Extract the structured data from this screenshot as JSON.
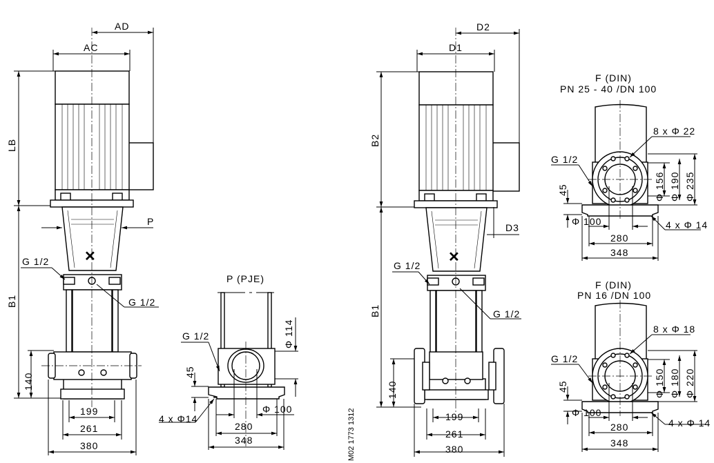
{
  "drawing_id": "M02 1773 1312",
  "pump_left": {
    "dims": {
      "AD": "AD",
      "AC": "AC",
      "LB": "LB",
      "B1": "B1",
      "P": "P",
      "h140": "140",
      "w199": "199",
      "w261": "261",
      "w380": "380"
    },
    "g_top": "G 1/2",
    "g_bottom": "G 1/2"
  },
  "pje_view": {
    "title": "P (PJE)",
    "g": "G 1/2",
    "h45": "45",
    "d114": "Φ 114",
    "d100": "Φ 100",
    "holes": "4 x Φ14",
    "w280": "280",
    "w348": "348"
  },
  "pump_right": {
    "dims": {
      "D2": "D2",
      "D1": "D1",
      "B2": "B2",
      "B1": "B1",
      "D3": "D3",
      "h140": "140",
      "w199": "199",
      "w261": "261",
      "w380": "380"
    },
    "g_top": "G 1/2",
    "g_bottom": "G 1/2"
  },
  "flange_top": {
    "title": "F (DIN)",
    "subtitle": "PN 25 - 40 /DN 100",
    "bolts": "8 x Φ 22",
    "g": "G 1/2",
    "h45": "45",
    "d1": "Φ 156",
    "d2": "Φ 190",
    "d3": "Φ 235",
    "d100": "Φ 100",
    "holes": "4 x Φ 14",
    "w280": "280",
    "w348": "348"
  },
  "flange_bottom": {
    "title": "F (DIN)",
    "subtitle": "PN 16 /DN 100",
    "bolts": "8 x Φ 18",
    "g": "G 1/2",
    "h45": "45",
    "d1": "Φ 150",
    "d2": "Φ 180",
    "d3": "Φ 220",
    "d100": "Φ 100",
    "holes": "4 x Φ 14",
    "w280": "280",
    "w348": "348"
  }
}
